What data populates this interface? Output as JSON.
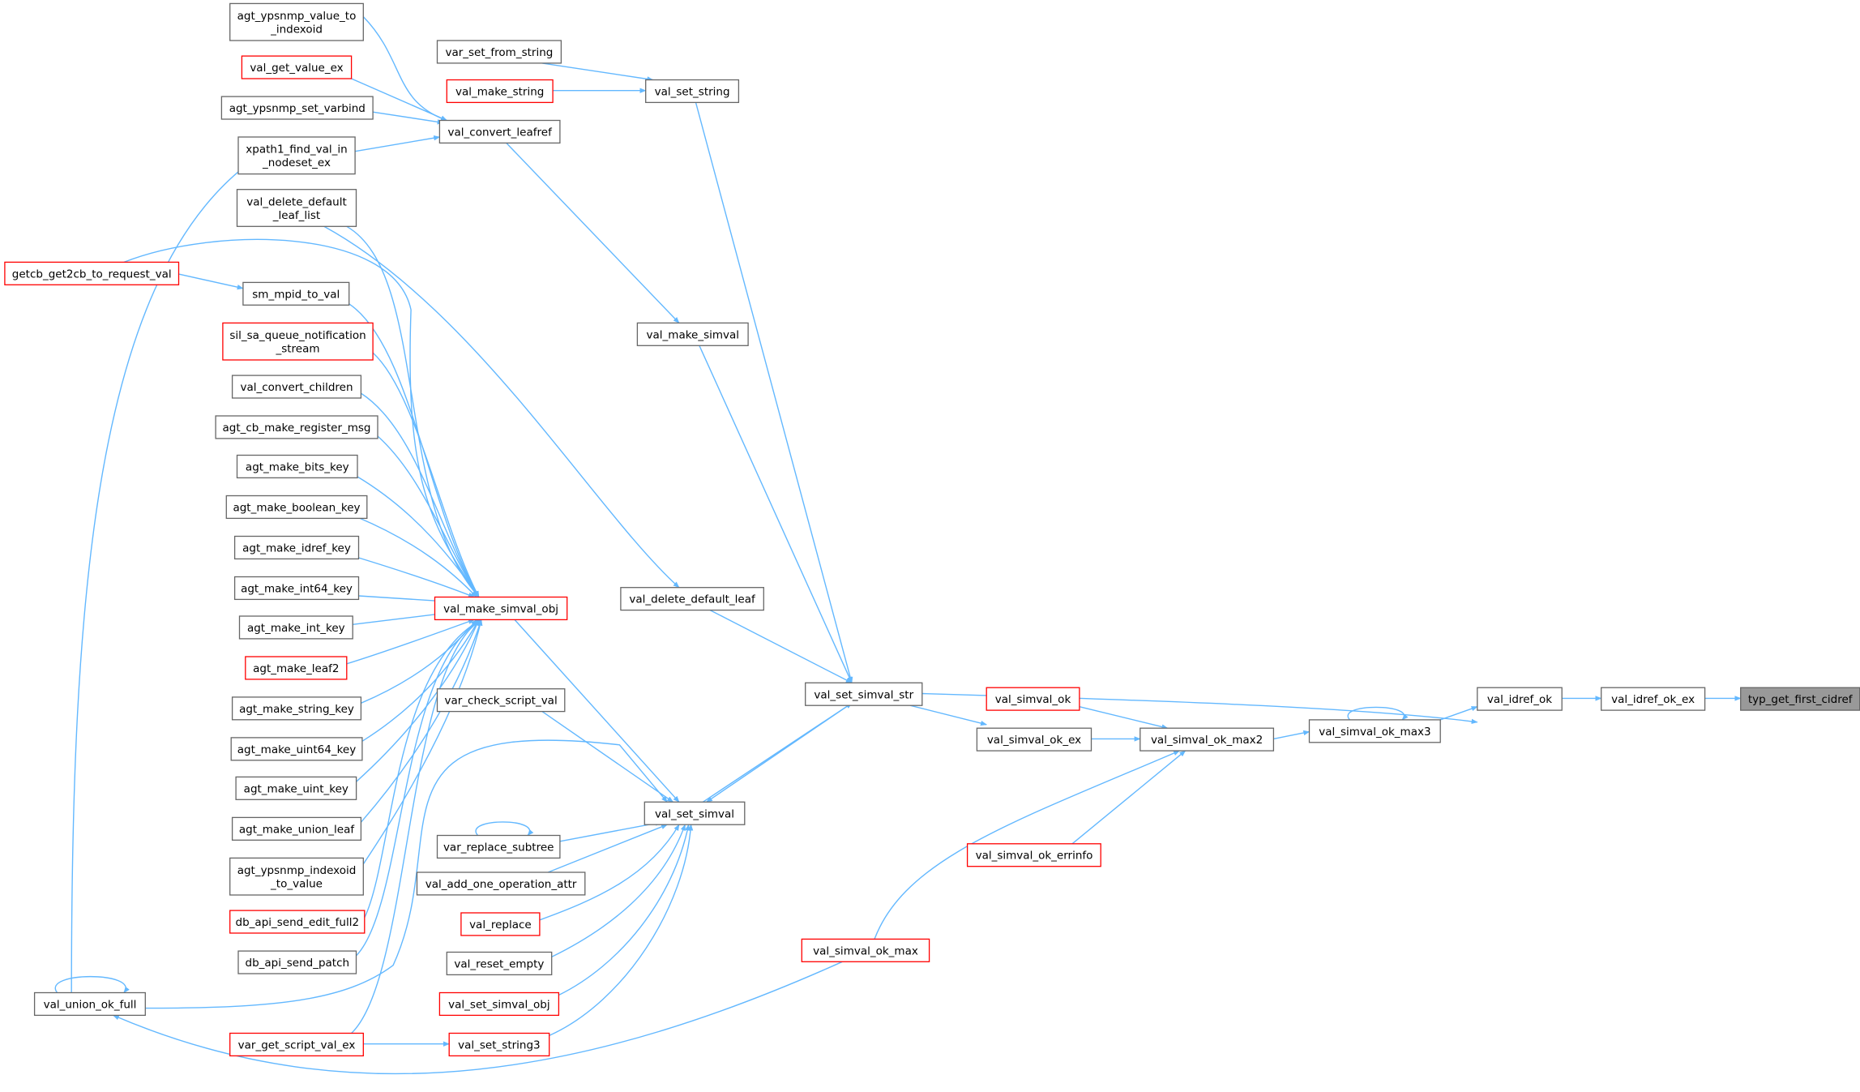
{
  "graph": {
    "kind": "call graph (callers)",
    "root": "typ_get_first_cidref",
    "colors": {
      "edge": "#63b8ff",
      "node_border": "#666666",
      "truncated_border": "#ff0000",
      "root_fill": "#999999"
    },
    "nodes": [
      {
        "id": "typ_get_first_cidref",
        "lines": [
          "typ_get_first_cidref"
        ],
        "style": "focus"
      },
      {
        "id": "val_idref_ok_ex",
        "lines": [
          "val_idref_ok_ex"
        ],
        "style": "normal"
      },
      {
        "id": "val_idref_ok",
        "lines": [
          "val_idref_ok"
        ],
        "style": "normal"
      },
      {
        "id": "val_set_simval_str",
        "lines": [
          "val_set_simval_str"
        ],
        "style": "normal"
      },
      {
        "id": "val_simval_ok_max3",
        "lines": [
          "val_simval_ok_max3"
        ],
        "style": "normal"
      },
      {
        "id": "val_simval_ok_max2",
        "lines": [
          "val_simval_ok_max2"
        ],
        "style": "normal"
      },
      {
        "id": "val_simval_ok",
        "lines": [
          "val_simval_ok"
        ],
        "style": "red"
      },
      {
        "id": "val_simval_ok_ex",
        "lines": [
          "val_simval_ok_ex"
        ],
        "style": "normal"
      },
      {
        "id": "val_simval_ok_errinfo",
        "lines": [
          "val_simval_ok_errinfo"
        ],
        "style": "red"
      },
      {
        "id": "val_simval_ok_max",
        "lines": [
          "val_simval_ok_max"
        ],
        "style": "red"
      },
      {
        "id": "val_set_simval",
        "lines": [
          "val_set_simval"
        ],
        "style": "normal"
      },
      {
        "id": "val_delete_default_leaf",
        "lines": [
          "val_delete_default_leaf"
        ],
        "style": "normal"
      },
      {
        "id": "val_make_simval",
        "lines": [
          "val_make_simval"
        ],
        "style": "normal"
      },
      {
        "id": "val_set_string",
        "lines": [
          "val_set_string"
        ],
        "style": "normal"
      },
      {
        "id": "var_set_from_string",
        "lines": [
          "var_set_from_string"
        ],
        "style": "normal"
      },
      {
        "id": "val_make_string",
        "lines": [
          "val_make_string"
        ],
        "style": "red"
      },
      {
        "id": "val_convert_leafref",
        "lines": [
          "val_convert_leafref"
        ],
        "style": "normal"
      },
      {
        "id": "agt_ypsnmp_value_to_indexoid",
        "lines": [
          "agt_ypsnmp_value_to",
          "_indexoid"
        ],
        "style": "normal"
      },
      {
        "id": "val_get_value_ex",
        "lines": [
          "val_get_value_ex"
        ],
        "style": "red"
      },
      {
        "id": "agt_ypsnmp_set_varbind",
        "lines": [
          "agt_ypsnmp_set_varbind"
        ],
        "style": "normal"
      },
      {
        "id": "xpath1_find_val_in_nodeset_ex",
        "lines": [
          "xpath1_find_val_in",
          "_nodeset_ex"
        ],
        "style": "normal"
      },
      {
        "id": "val_delete_default_leaf_list",
        "lines": [
          "val_delete_default",
          "_leaf_list"
        ],
        "style": "normal"
      },
      {
        "id": "getcb_get2cb_to_request_val",
        "lines": [
          "getcb_get2cb_to_request_val"
        ],
        "style": "red"
      },
      {
        "id": "sm_mpid_to_val",
        "lines": [
          "sm_mpid_to_val"
        ],
        "style": "normal"
      },
      {
        "id": "sil_sa_queue_notification_stream",
        "lines": [
          "sil_sa_queue_notification",
          "_stream"
        ],
        "style": "red"
      },
      {
        "id": "val_convert_children",
        "lines": [
          "val_convert_children"
        ],
        "style": "normal"
      },
      {
        "id": "agt_cb_make_register_msg",
        "lines": [
          "agt_cb_make_register_msg"
        ],
        "style": "normal"
      },
      {
        "id": "agt_make_bits_key",
        "lines": [
          "agt_make_bits_key"
        ],
        "style": "normal"
      },
      {
        "id": "agt_make_boolean_key",
        "lines": [
          "agt_make_boolean_key"
        ],
        "style": "normal"
      },
      {
        "id": "agt_make_idref_key",
        "lines": [
          "agt_make_idref_key"
        ],
        "style": "normal"
      },
      {
        "id": "agt_make_int64_key",
        "lines": [
          "agt_make_int64_key"
        ],
        "style": "normal"
      },
      {
        "id": "agt_make_int_key",
        "lines": [
          "agt_make_int_key"
        ],
        "style": "normal"
      },
      {
        "id": "agt_make_leaf2",
        "lines": [
          "agt_make_leaf2"
        ],
        "style": "red"
      },
      {
        "id": "agt_make_string_key",
        "lines": [
          "agt_make_string_key"
        ],
        "style": "normal"
      },
      {
        "id": "agt_make_uint64_key",
        "lines": [
          "agt_make_uint64_key"
        ],
        "style": "normal"
      },
      {
        "id": "agt_make_uint_key",
        "lines": [
          "agt_make_uint_key"
        ],
        "style": "normal"
      },
      {
        "id": "agt_make_union_leaf",
        "lines": [
          "agt_make_union_leaf"
        ],
        "style": "normal"
      },
      {
        "id": "agt_ypsnmp_indexoid_to_value",
        "lines": [
          "agt_ypsnmp_indexoid",
          "_to_value"
        ],
        "style": "normal"
      },
      {
        "id": "db_api_send_edit_full2",
        "lines": [
          "db_api_send_edit_full2"
        ],
        "style": "red"
      },
      {
        "id": "db_api_send_patch",
        "lines": [
          "db_api_send_patch"
        ],
        "style": "normal"
      },
      {
        "id": "val_union_ok_full",
        "lines": [
          "val_union_ok_full"
        ],
        "style": "normal"
      },
      {
        "id": "var_get_script_val_ex",
        "lines": [
          "var_get_script_val_ex"
        ],
        "style": "red"
      },
      {
        "id": "val_make_simval_obj",
        "lines": [
          "val_make_simval_obj"
        ],
        "style": "red"
      },
      {
        "id": "var_check_script_val",
        "lines": [
          "var_check_script_val"
        ],
        "style": "normal"
      },
      {
        "id": "var_replace_subtree",
        "lines": [
          "var_replace_subtree"
        ],
        "style": "normal"
      },
      {
        "id": "val_add_one_operation_attr",
        "lines": [
          "val_add_one_operation_attr"
        ],
        "style": "normal"
      },
      {
        "id": "val_replace",
        "lines": [
          "val_replace"
        ],
        "style": "red"
      },
      {
        "id": "val_reset_empty",
        "lines": [
          "val_reset_empty"
        ],
        "style": "normal"
      },
      {
        "id": "val_set_simval_obj",
        "lines": [
          "val_set_simval_obj"
        ],
        "style": "red"
      },
      {
        "id": "val_set_string3",
        "lines": [
          "val_set_string3"
        ],
        "style": "red"
      }
    ]
  }
}
